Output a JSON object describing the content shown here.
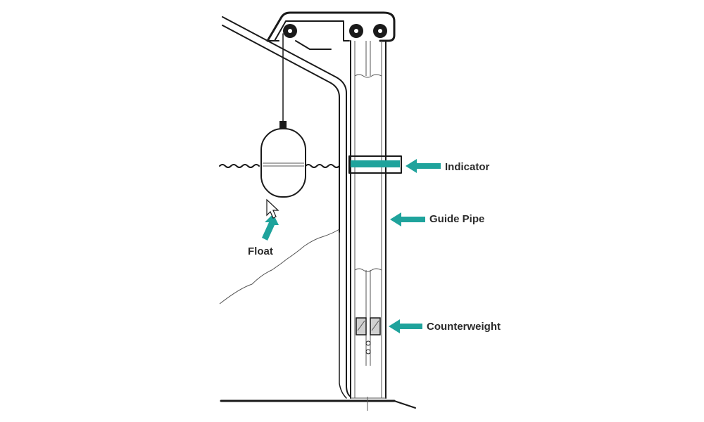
{
  "labels": {
    "indicator": "Indicator",
    "guide_pipe": "Guide Pipe",
    "float": "Float",
    "counterweight": "Counterweight"
  },
  "colors": {
    "accent": "#1fa39c",
    "ink": "#1a1a1a",
    "background": "#ffffff"
  },
  "icons": {
    "cursor": "mouse-pointer-icon"
  }
}
